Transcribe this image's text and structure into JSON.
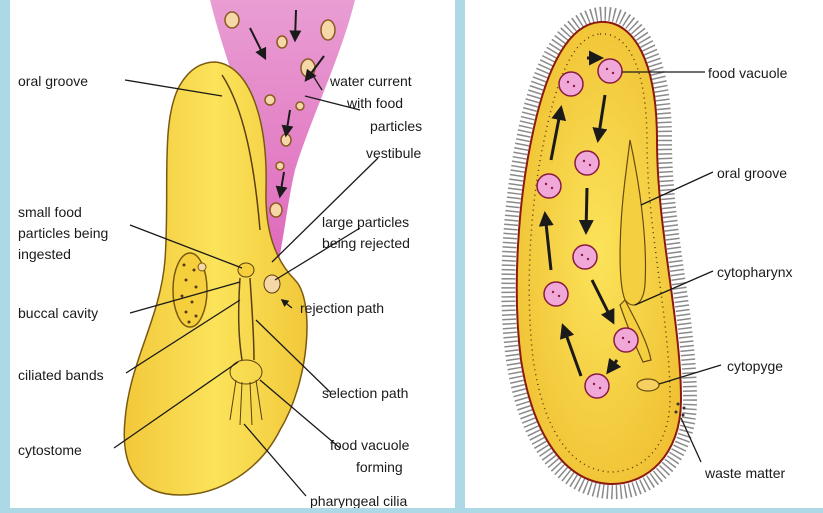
{
  "left_diagram": {
    "labels": {
      "oral_groove": "oral groove",
      "water_current": [
        "water current",
        "with food",
        "particles"
      ],
      "vestibule": "vestibule",
      "small_food": [
        "small food",
        "particles being",
        "ingested"
      ],
      "large_particles": [
        "large particles",
        "being rejected"
      ],
      "buccal_cavity": "buccal cavity",
      "rejection_path": "rejection path",
      "ciliated_bands": "ciliated bands",
      "selection_path": "selection path",
      "cytostome": "cytostome",
      "food_vacuole_forming": [
        "food vacuole",
        "forming"
      ],
      "pharyngeal_cilia": "pharyngeal cilia"
    }
  },
  "right_diagram": {
    "labels": {
      "food_vacuole": "food vacuole",
      "oral_groove": "oral groove",
      "cytopharynx": "cytopharynx",
      "cytopyge": "cytopyge",
      "waste_matter": "waste matter"
    }
  },
  "colors": {
    "body_fill": "#f7dc4a",
    "body_stroke": "#7a5a10",
    "vacuole_fill": "#f0a8d8",
    "current_fill": "#e070c0",
    "background": "#add8e6"
  }
}
